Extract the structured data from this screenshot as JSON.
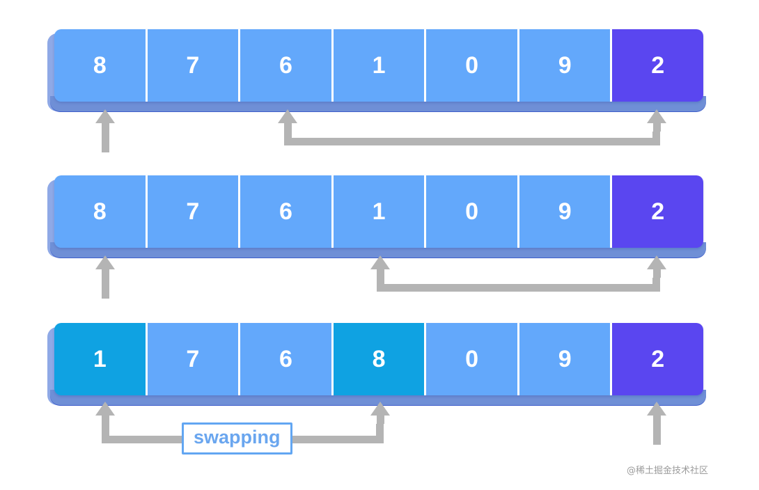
{
  "diagram": {
    "title": "Bubble sort swap illustration",
    "colors": {
      "cell_default": "#63a8fb",
      "cell_highlight": "#0fa2e2",
      "cell_pivot": "#5a46f0",
      "arrow": "#b4b4b4",
      "label_border": "#62a6f2",
      "label_text": "#6aa6ef",
      "bar_shadow": "#6f8fd6",
      "background": "#ffffff",
      "number_text": "#ffffff"
    },
    "rows": [
      {
        "id": "row-1",
        "values": [
          "8",
          "7",
          "6",
          "1",
          "0",
          "9",
          "2"
        ],
        "states": [
          "default",
          "default",
          "default",
          "default",
          "default",
          "default",
          "pivot"
        ]
      },
      {
        "id": "row-2",
        "values": [
          "8",
          "7",
          "6",
          "1",
          "0",
          "9",
          "2"
        ],
        "states": [
          "default",
          "default",
          "default",
          "default",
          "default",
          "default",
          "pivot"
        ]
      },
      {
        "id": "row-3",
        "values": [
          "1",
          "7",
          "6",
          "8",
          "0",
          "9",
          "2"
        ],
        "states": [
          "highlight",
          "default",
          "default",
          "highlight",
          "default",
          "default",
          "pivot"
        ]
      }
    ],
    "annotations": {
      "row1": {
        "single_pointer_index": 1,
        "bracket_from_index": 3,
        "bracket_to_index": 7
      },
      "row2": {
        "single_pointer_index": 1,
        "bracket_from_index": 4,
        "bracket_to_index": 7
      },
      "row3": {
        "bracket_from_index": 1,
        "bracket_to_index": 4,
        "bracket_label": "swapping",
        "single_pointer_index": 7
      }
    }
  },
  "watermark": {
    "text": "@稀土掘金技术社区"
  }
}
